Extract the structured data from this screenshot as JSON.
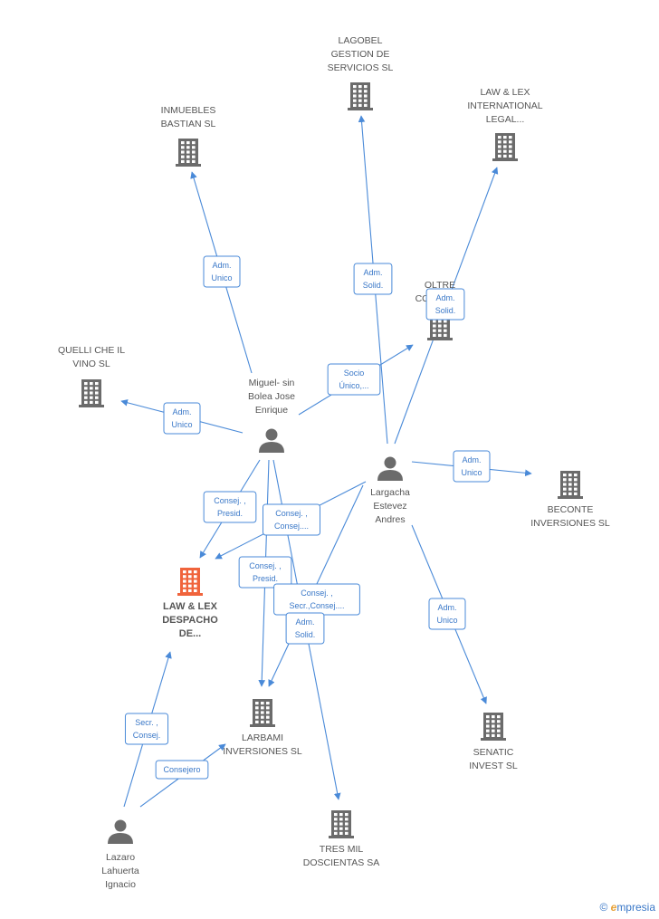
{
  "nodes": [
    {
      "id": "lagobel",
      "kind": "company",
      "label": [
        "LAGOBEL",
        "GESTION DE",
        "SERVICIOS  SL"
      ]
    },
    {
      "id": "lawlexintl",
      "kind": "company",
      "label": [
        "LAW & LEX",
        "INTERNATIONAL",
        "LEGAL..."
      ]
    },
    {
      "id": "inmuebles",
      "kind": "company",
      "label": [
        "INMUEBLES",
        "BASTIAN  SL"
      ]
    },
    {
      "id": "oltre",
      "kind": "company",
      "label": [
        "OLTRE",
        "CONS...  SL"
      ]
    },
    {
      "id": "quelli",
      "kind": "company",
      "label": [
        "QUELLI CHE IL",
        "VINO  SL"
      ]
    },
    {
      "id": "miguel",
      "kind": "person",
      "label": [
        "Miguel- sin",
        "Bolea Jose",
        "Enrique"
      ]
    },
    {
      "id": "largacha",
      "kind": "person",
      "label": [
        "Largacha",
        "Estevez",
        "Andres"
      ]
    },
    {
      "id": "beconte",
      "kind": "company",
      "label": [
        "BECONTE",
        "INVERSIONES SL"
      ]
    },
    {
      "id": "lawlexdesp",
      "kind": "company-focus",
      "label": [
        "LAW & LEX",
        "DESPACHO",
        "DE..."
      ]
    },
    {
      "id": "larbami",
      "kind": "company",
      "label": [
        "LARBAMI",
        "INVERSIONES SL"
      ]
    },
    {
      "id": "senatic",
      "kind": "company",
      "label": [
        "SENATIC",
        "INVEST  SL"
      ]
    },
    {
      "id": "tresmil",
      "kind": "company",
      "label": [
        "TRES MIL",
        "DOSCIENTAS SA"
      ]
    },
    {
      "id": "lazaro",
      "kind": "person",
      "label": [
        "Lazaro",
        "Lahuerta",
        "Ignacio"
      ]
    }
  ],
  "edges": [
    {
      "from": "miguel",
      "to": "inmuebles",
      "label": [
        "Adm.",
        "Unico"
      ]
    },
    {
      "from": "largacha",
      "to": "lagobel",
      "label": [
        "Adm.",
        "Solid."
      ]
    },
    {
      "from": "largacha",
      "to": "lawlexintl",
      "label": [
        "Adm.",
        "Solid."
      ]
    },
    {
      "from": "miguel",
      "to": "oltre",
      "label": [
        "Socio",
        "Único,..."
      ]
    },
    {
      "from": "miguel",
      "to": "quelli",
      "label": [
        "Adm.",
        "Unico"
      ]
    },
    {
      "from": "largacha",
      "to": "beconte",
      "label": [
        "Adm.",
        "Unico"
      ]
    },
    {
      "from": "miguel",
      "to": "lawlexdesp",
      "label": [
        "Consej. ,",
        "Presid."
      ]
    },
    {
      "from": "largacha",
      "to": "lawlexdesp",
      "label": [
        "Consej. ,",
        "Consej...."
      ]
    },
    {
      "from": "miguel",
      "to": "larbami",
      "label": [
        "Consej. ,",
        "Presid."
      ]
    },
    {
      "from": "largacha",
      "to": "larbami",
      "label": [
        "Consej. ,",
        "Secr.,Consej...."
      ]
    },
    {
      "from": "miguel",
      "to": "tresmil",
      "label": [
        "Adm.",
        "Solid."
      ]
    },
    {
      "from": "largacha",
      "to": "senatic",
      "label": [
        "Adm.",
        "Unico"
      ]
    },
    {
      "from": "lazaro",
      "to": "lawlexdesp",
      "label": [
        "Secr. ,",
        "Consej."
      ]
    },
    {
      "from": "lazaro",
      "to": "larbami",
      "label": [
        "Consejero"
      ]
    }
  ],
  "colors": {
    "edge": "#4a8ad8",
    "node_icon": "#6b6b6b",
    "focus_icon": "#f0643c",
    "label": "#555555"
  },
  "watermark": {
    "symbol": "©",
    "brand_initial": "e",
    "brand_rest": "mpresia"
  }
}
